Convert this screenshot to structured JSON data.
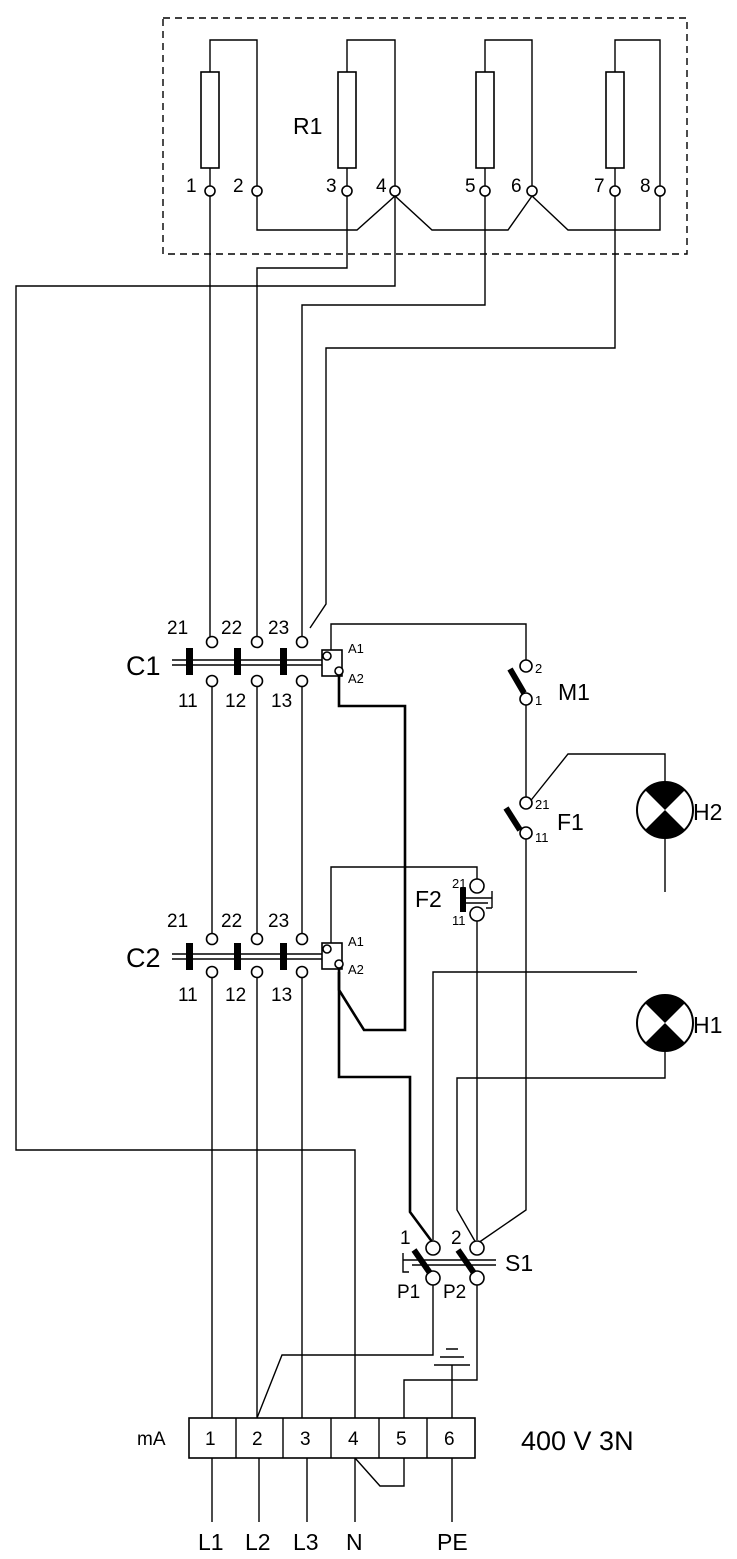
{
  "heater": {
    "label": "R1",
    "terminals": [
      "1",
      "2",
      "3",
      "4",
      "5",
      "6",
      "7",
      "8"
    ]
  },
  "contactor_c1": {
    "label": "C1",
    "top_terminals": [
      "21",
      "22",
      "23"
    ],
    "bottom_terminals": [
      "11",
      "12",
      "13"
    ],
    "coil_terminals": [
      "A1",
      "A2"
    ]
  },
  "contactor_c2": {
    "label": "C2",
    "top_terminals": [
      "21",
      "22",
      "23"
    ],
    "bottom_terminals": [
      "11",
      "12",
      "13"
    ],
    "coil_terminals": [
      "A1",
      "A2"
    ]
  },
  "switch_m1": {
    "label": "M1",
    "terminals": [
      "2",
      "1"
    ]
  },
  "thermostat_f1": {
    "label": "F1",
    "terminals": [
      "21",
      "11"
    ]
  },
  "thermostat_f2": {
    "label": "F2",
    "terminals": [
      "21",
      "11"
    ]
  },
  "lamp_h1": {
    "label": "H1"
  },
  "lamp_h2": {
    "label": "H2"
  },
  "switch_s1": {
    "label": "S1",
    "terminals": [
      "1",
      "2"
    ],
    "poles": [
      "P1",
      "P2"
    ]
  },
  "terminal_block": {
    "label": "mA",
    "cells": [
      "1",
      "2",
      "3",
      "4",
      "5",
      "6"
    ],
    "supply": "400 V 3N"
  },
  "lines": [
    "L1",
    "L2",
    "L3",
    "N",
    "PE"
  ]
}
